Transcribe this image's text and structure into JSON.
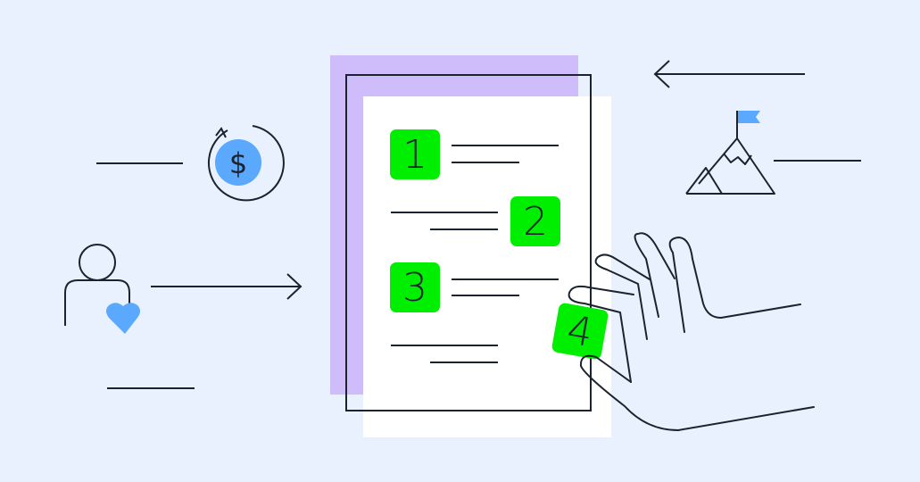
{
  "illustration": {
    "title": "Numbered steps checklist illustration",
    "background_color": "#e8f1fd",
    "accent_colors": {
      "green": "#00ee00",
      "purple": "#cfbdfb",
      "blue": "#5ba8ff",
      "stroke": "#1b2330"
    },
    "steps": [
      {
        "number": "1"
      },
      {
        "number": "2"
      },
      {
        "number": "3"
      },
      {
        "number": "4"
      }
    ],
    "icons": [
      "dollar-cycle-icon",
      "person-heart-icon",
      "mountain-flag-icon",
      "hand-icon",
      "arrow-right-icon",
      "arrow-left-icon"
    ],
    "dollar_symbol": "$"
  }
}
